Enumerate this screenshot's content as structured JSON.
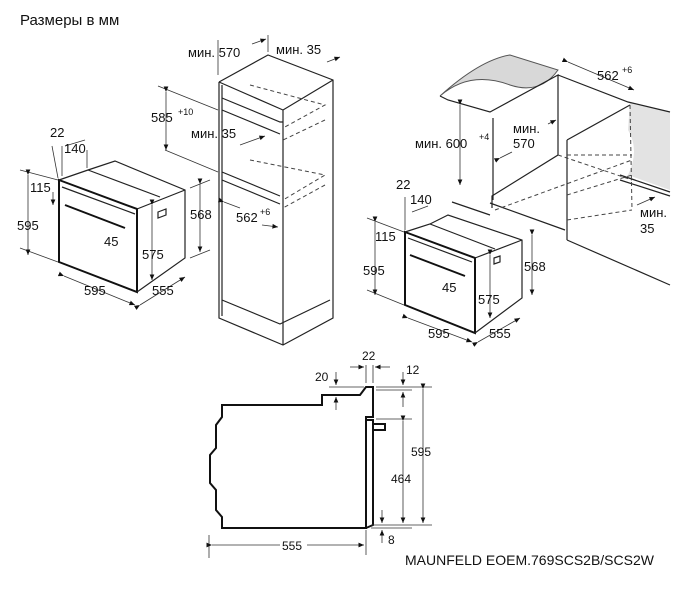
{
  "title": "Размеры в мм",
  "model": "MAUNFELD EOEM.769SCS2B/SCS2W",
  "colors": {
    "line": "#222222",
    "countertop": "#d8d8d8"
  },
  "tall_cabinet": {
    "width_min": "мин. 570",
    "vent_min": "мин. 35",
    "niche_height": "585",
    "niche_height_tol": "+10",
    "shelf_gap_min": "мин. 35",
    "niche_depth": "562",
    "niche_depth_tol": "+6"
  },
  "oven_left": {
    "d22": "22",
    "d140": "140",
    "d115": "115",
    "d595h": "595",
    "d568": "568",
    "d45": "45",
    "d575": "575",
    "d595w": "595",
    "d555": "555"
  },
  "under_counter": {
    "niche_depth": "562",
    "niche_depth_tol": "+6",
    "height_min": "мин. 600",
    "height_tol": "+4",
    "width_min_label": "мин.",
    "width_min_value": "570",
    "vent_min_label": "мин.",
    "vent_min_value": "35"
  },
  "oven_right": {
    "d22": "22",
    "d140": "140",
    "d115": "115",
    "d595h": "595",
    "d568": "568",
    "d45": "45",
    "d575": "575",
    "d595w": "595",
    "d555": "555"
  },
  "side_view": {
    "d22": "22",
    "d20": "20",
    "d12": "12",
    "d595": "595",
    "d464": "464",
    "d8": "8",
    "d555": "555"
  }
}
